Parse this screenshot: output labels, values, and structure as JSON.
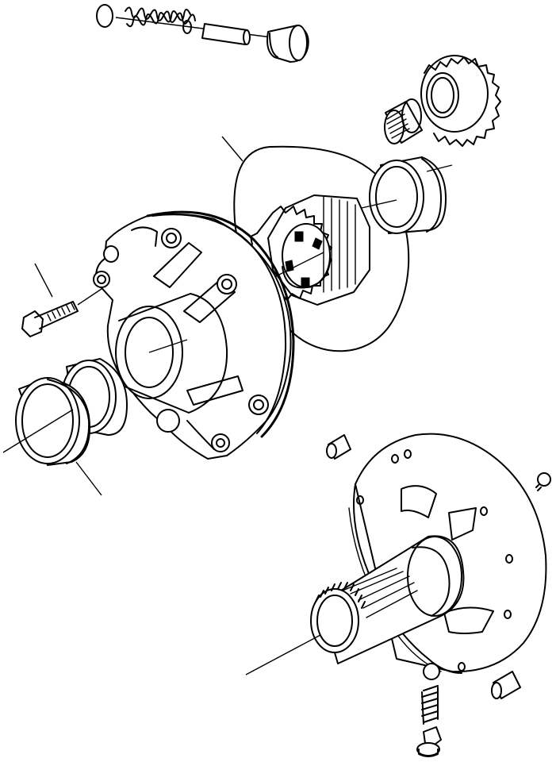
{
  "diagram": {
    "type": "exploded-parts-illustration",
    "parts": [
      {
        "id": "retaining-ring",
        "icon": "snap-ring"
      },
      {
        "id": "valve-spring",
        "icon": "coil-spring"
      },
      {
        "id": "dowel-pin-top",
        "icon": "pin"
      },
      {
        "id": "plug-top",
        "icon": "plug"
      },
      {
        "id": "driven-gear-small",
        "icon": "gear"
      },
      {
        "id": "needle-bearing",
        "icon": "bearing"
      },
      {
        "id": "seal-ring-o",
        "icon": "o-ring"
      },
      {
        "id": "drive-gear",
        "icon": "gear"
      },
      {
        "id": "bushing-right",
        "icon": "bushing"
      },
      {
        "id": "pump-body",
        "icon": "housing"
      },
      {
        "id": "bolt",
        "icon": "bolt"
      },
      {
        "id": "bushing-left-front",
        "icon": "bushing"
      },
      {
        "id": "bushing-left-rear",
        "icon": "bushing"
      },
      {
        "id": "dowel-pin-mid",
        "icon": "pin"
      },
      {
        "id": "stator-support",
        "icon": "flange-shaft"
      },
      {
        "id": "small-screw",
        "icon": "screw"
      },
      {
        "id": "ball",
        "icon": "ball"
      },
      {
        "id": "spring-bottom",
        "icon": "coil-spring"
      },
      {
        "id": "plug-bottom",
        "icon": "plug"
      },
      {
        "id": "dowel-pin-bottom",
        "icon": "pin"
      }
    ],
    "leader_count": 6
  }
}
